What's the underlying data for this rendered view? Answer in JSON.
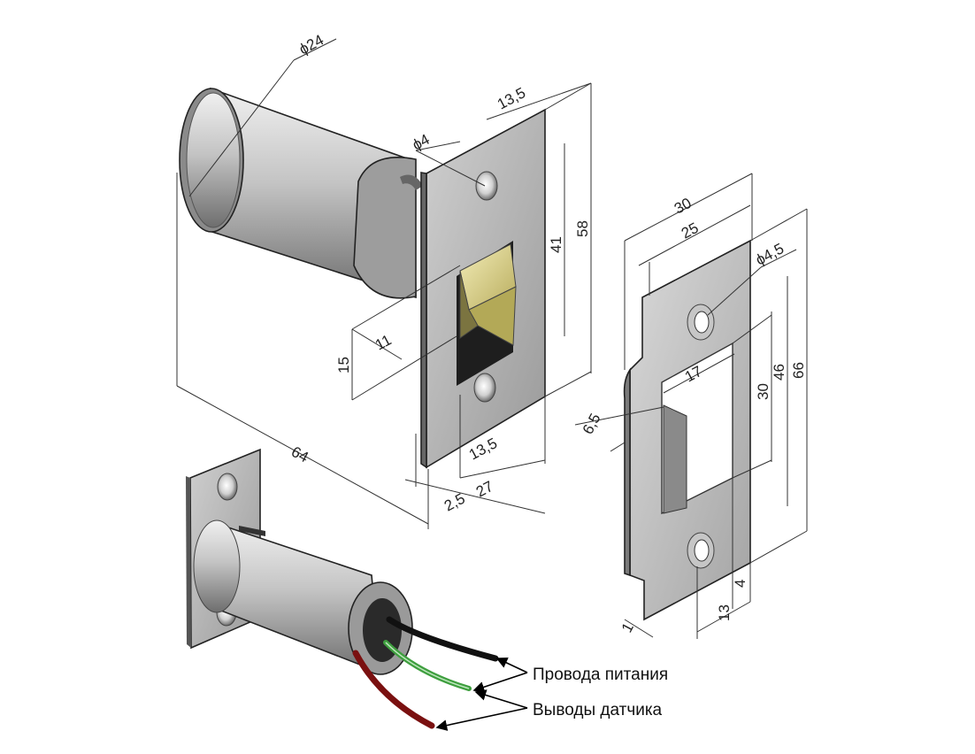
{
  "dimensions": {
    "d_bolt": "ϕ24",
    "d_hole_plate": "ϕ4",
    "w_plate_top": "13,5",
    "h_plate": "58",
    "h_window": "41",
    "w_bolt": "11",
    "h_bolt": "15",
    "length": "64",
    "w_plate_bottom": "13,5",
    "t_plate": "2,5",
    "w_27": "27",
    "strike_w_outer": "30",
    "strike_w_inner": "25",
    "d_hole_strike": "ϕ4,5",
    "strike_slot_w": "17",
    "strike_slot_h": "30",
    "strike_h_46": "46",
    "strike_h_66": "66",
    "strike_lip": "6,5",
    "strike_offset_4": "4",
    "strike_offset_13": "13",
    "strike_thickness": "1"
  },
  "callouts": {
    "power_wires": "Провода питания",
    "sensor_leads": "Выводы датчика"
  },
  "colors": {
    "metal_light": "#e6e6e6",
    "metal_mid": "#b8b8b8",
    "metal_dark": "#6a6a6a",
    "bolt_face": "#e8e0a0",
    "wire_black": "#111111",
    "wire_green": "#3f9f3f",
    "wire_red": "#7a1010"
  }
}
